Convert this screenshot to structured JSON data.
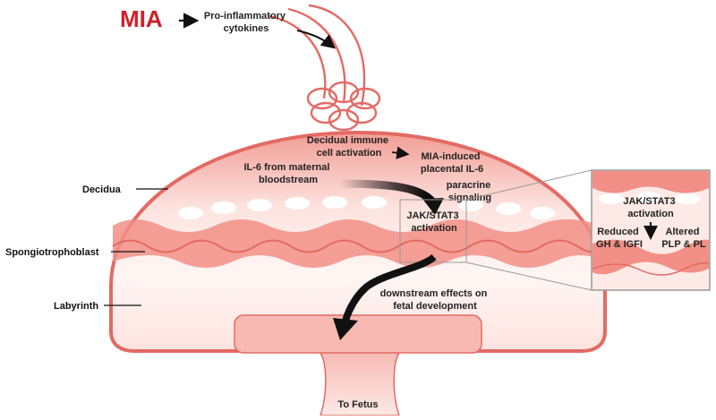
{
  "title": "MIA",
  "cytokines": [
    "Pro-inflammatory",
    "cytokines"
  ],
  "decidual_activation": [
    "Decidual immune",
    "cell activation"
  ],
  "placental_il6": [
    "MIA-induced",
    "placental IL-6"
  ],
  "maternal_il6": [
    "IL-6 from maternal",
    "bloodstream"
  ],
  "paracrine": [
    "paracrine",
    "signaling"
  ],
  "jak_stat": [
    "JAK/STAT3",
    "activation"
  ],
  "downstream": [
    "downstream effects on",
    "fetal development"
  ],
  "to_fetus": "To Fetus",
  "layers": {
    "decidua": "Decidua",
    "spongiotrophoblast": "Spongiotrophoblast",
    "labyrinth": "Labyrinth"
  },
  "inset": {
    "jak_stat": [
      "JAK/STAT3",
      "activation"
    ],
    "reduced": [
      "Reduced",
      "GH & IGFI"
    ],
    "altered": [
      "Altered",
      "PLP & PL"
    ]
  },
  "colors": {
    "placenta_edge": "#e36a64",
    "placenta_fill": "#f7c6c0",
    "mia_red": "#d21f2a"
  }
}
